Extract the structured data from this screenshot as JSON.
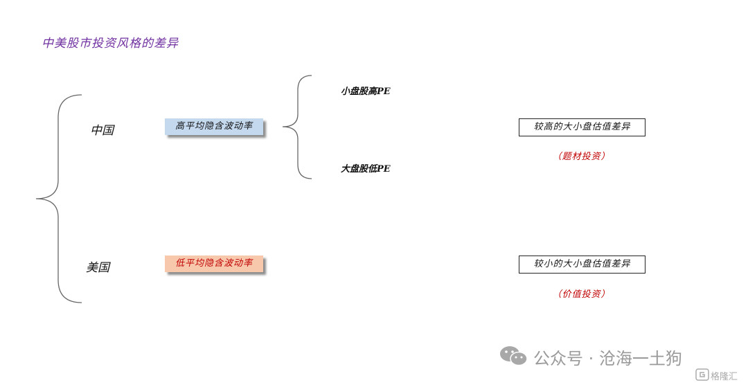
{
  "title": "中美股市投资风格的差异",
  "china": {
    "label": "中国",
    "tag": "高平均隐含波动率",
    "pe_small": "小盘股高PE",
    "pe_large": "大盘股低PE",
    "result": "较高的大小盘估值差异",
    "style": "（题材投资）"
  },
  "usa": {
    "label": "美国",
    "tag": "低平均隐含波动率",
    "result": "较小的大小盘估值差异",
    "style": "（价值投资）"
  },
  "colors": {
    "title": "#7030a0",
    "tag_blue_bg": "#c5d9ee",
    "tag_orange_bg": "#f8c8ad",
    "red_text": "#c00000",
    "bracket": "#666666"
  },
  "icons": [
    "wechat-icon",
    "gelonghui-logo-icon"
  ],
  "watermark": {
    "text": "公众号 · 沧海一土狗",
    "corner": "格隆汇"
  }
}
